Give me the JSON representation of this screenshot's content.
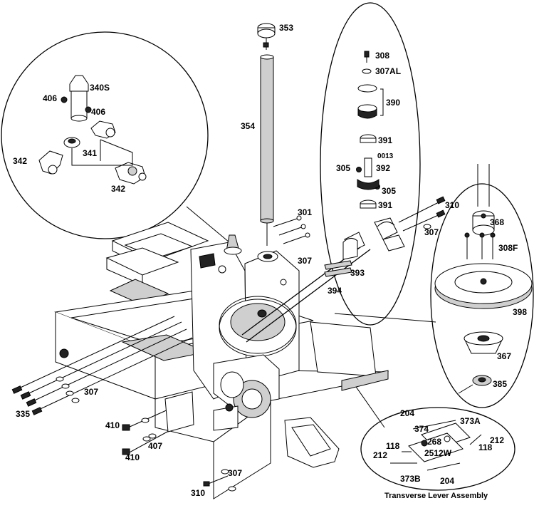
{
  "caption": "Transverse Lever Assembly",
  "labels": {
    "p353": "353",
    "p354": "354",
    "p340s": "340S",
    "p406a": "406",
    "p406b": "406",
    "p341": "341",
    "p342a": "342",
    "p342b": "342",
    "p308": "308",
    "p307al": "307AL",
    "p390": "390",
    "p391a": "391",
    "p0013": "0013",
    "p392": "392",
    "p305a": "305",
    "p305b": "305",
    "p391b": "391",
    "p301": "301",
    "p307a": "307",
    "p393": "393",
    "p394": "394",
    "p310a": "310",
    "p307b": "307",
    "p368": "368",
    "p308f": "308F",
    "p398": "398",
    "p367": "367",
    "p385": "385",
    "p307c": "307",
    "p335": "335",
    "p410a": "410",
    "p407": "407",
    "p410b": "410",
    "p307d": "307",
    "p310b": "310",
    "p204a": "204",
    "p373a": "373A",
    "p374": "374",
    "p118a": "118",
    "p212a": "212",
    "p268": "268",
    "p2512w": "2512W",
    "p118b": "118",
    "p212b": "212",
    "p373b": "373B",
    "p204b": "204"
  }
}
